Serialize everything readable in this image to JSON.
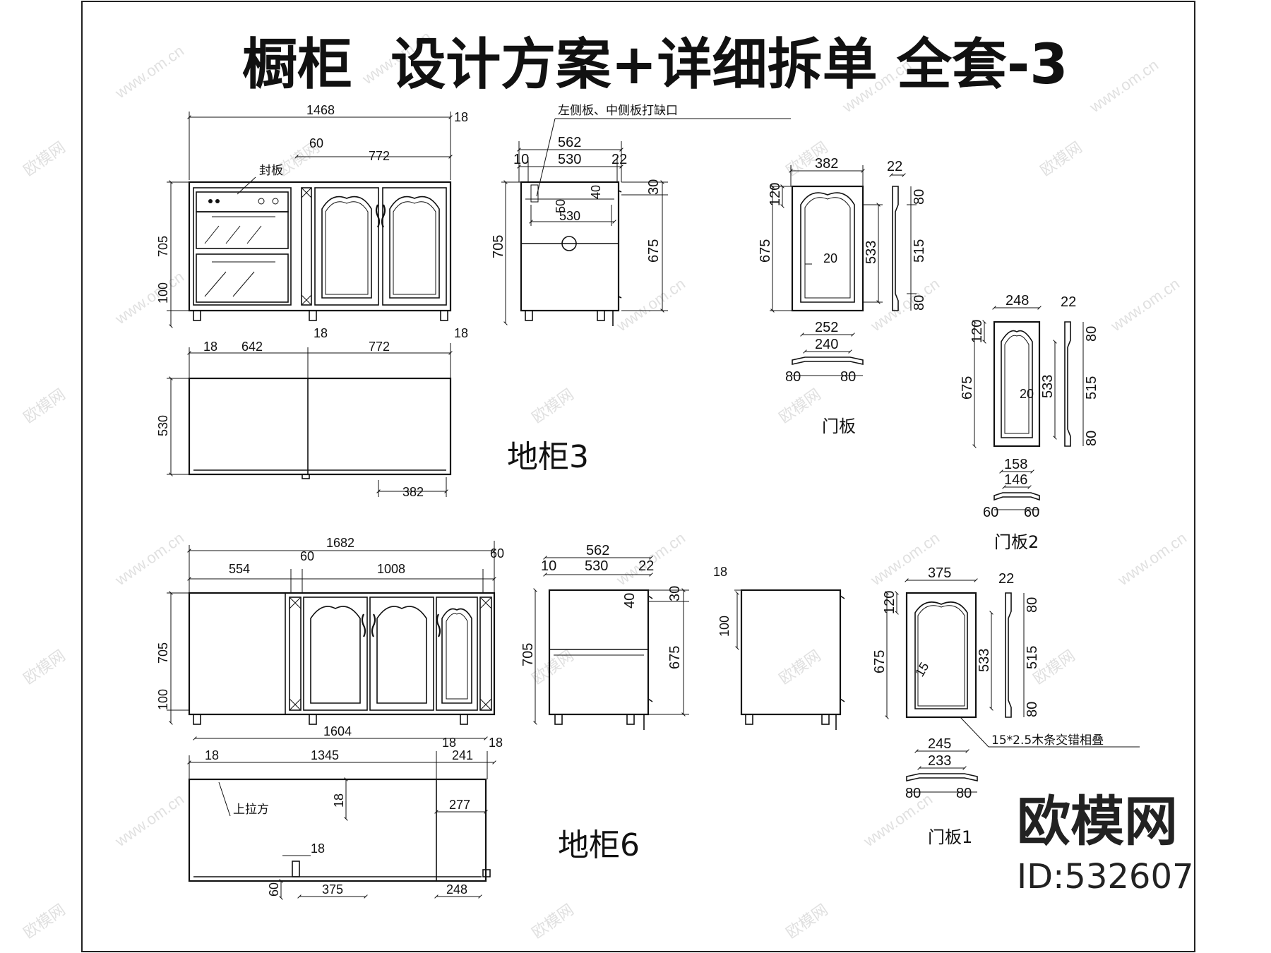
{
  "title": "橱柜  设计方案+详细拆单 全套-3",
  "cabinets": {
    "cab3": {
      "label": "地柜3",
      "front": {
        "width": "1468",
        "side": "18",
        "post": "60",
        "door_w": "772",
        "seal": "封板",
        "height": "705",
        "kick": "100"
      },
      "side_view": {
        "depth": "562",
        "inner": "530",
        "a": "10",
        "b": "22",
        "top": "30",
        "notch": "40",
        "h": "705",
        "h2": "675",
        "mid": "530",
        "mid2": "50",
        "note": "左侧板、中侧板打缺口"
      },
      "plan": {
        "s1": "18",
        "w1": "642",
        "s2": "18",
        "w2": "772",
        "s3": "18",
        "depth": "530",
        "bottom": "382"
      }
    },
    "cab6": {
      "label": "地柜6",
      "front": {
        "width": "1682",
        "left": "554",
        "post": "60",
        "door_w": "1008",
        "post2": "60",
        "height": "705",
        "kick": "100",
        "bottom": "1604"
      },
      "side_view": {
        "depth": "562",
        "inner": "530",
        "a": "10",
        "b": "22",
        "top": "30",
        "notch": "40",
        "h": "705",
        "h2": "675"
      },
      "end_view": {
        "t": "18",
        "h": "100"
      },
      "plan": {
        "s1": "18",
        "w1": "1345",
        "s2": "18",
        "w2": "241",
        "s3": "18",
        "rail": "上拉方",
        "rail_t": "18",
        "depth": "277",
        "foot": "18",
        "d1": "60",
        "w3": "375",
        "w4": "248"
      }
    }
  },
  "doors": {
    "door": {
      "label": "门板",
      "w": "382",
      "t": "22",
      "top": "120",
      "h": "675",
      "frame": "20",
      "inner_h": "533",
      "p1": "80",
      "p2": "515",
      "p3": "80",
      "sw1": "252",
      "sw2": "240",
      "sa": "80",
      "sb": "80"
    },
    "door2": {
      "label": "门板2",
      "w": "248",
      "t": "22",
      "top": "120",
      "h": "675",
      "frame": "20",
      "inner_h": "533",
      "p1": "80",
      "p2": "515",
      "p3": "80",
      "sw1": "158",
      "sw2": "146",
      "sa": "60",
      "sb": "60"
    },
    "door1": {
      "label": "门板1",
      "w": "375",
      "t": "22",
      "top": "120",
      "h": "675",
      "frame": "15",
      "inner_h": "533",
      "p1": "80",
      "p2": "515",
      "p3": "80",
      "sw1": "245",
      "sw2": "233",
      "sa": "80",
      "sb": "80",
      "note": "15*2.5木条交错相叠"
    }
  },
  "watermark": {
    "site": "www.om.cn",
    "brand": "欧模网"
  },
  "branding": {
    "logo": "欧模网",
    "id": "ID:532607"
  }
}
